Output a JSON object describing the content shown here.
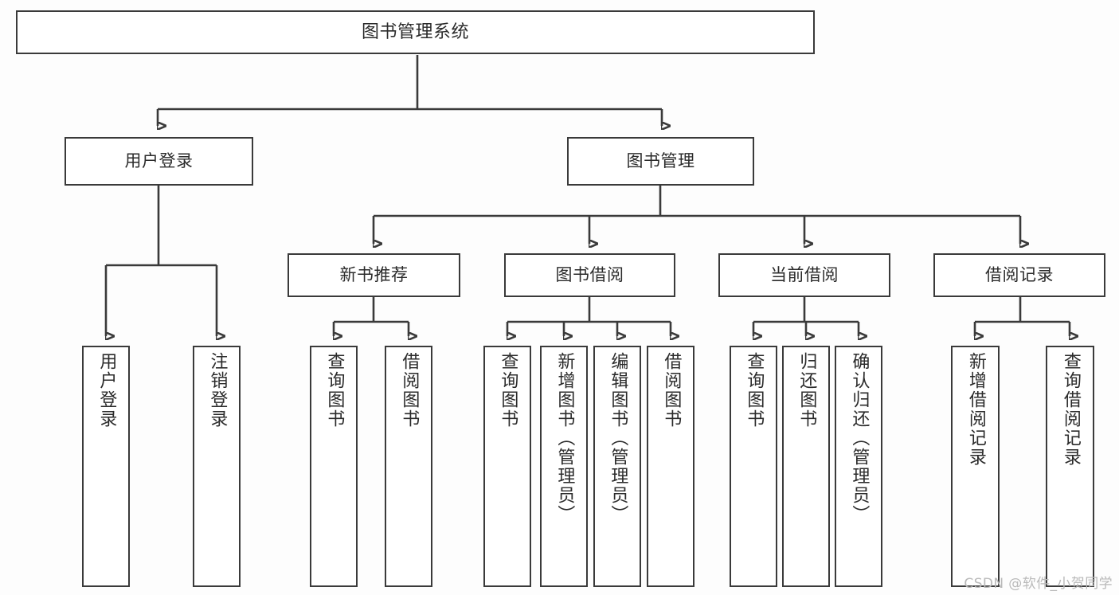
{
  "diagram": {
    "title": "图书管理系统",
    "type": "功能结构图",
    "colors": {
      "stroke": "#3a3a3a",
      "box_fill": "#ffffff",
      "text": "#2b2b2b",
      "background": "#fdfdfd",
      "watermark": "#b9b9b9"
    },
    "root": {
      "id": "root",
      "label": "图书管理系统"
    },
    "level2": [
      {
        "id": "user-login",
        "label": "用户登录"
      },
      {
        "id": "book-manage",
        "label": "图书管理"
      }
    ],
    "level3": [
      {
        "id": "new-book-recommend",
        "label": "新书推荐",
        "parent": "book-manage"
      },
      {
        "id": "book-borrow",
        "label": "图书借阅",
        "parent": "book-manage"
      },
      {
        "id": "current-borrow",
        "label": "当前借阅",
        "parent": "book-manage"
      },
      {
        "id": "borrow-record",
        "label": "借阅记录",
        "parent": "book-manage"
      }
    ],
    "leaves": [
      {
        "id": "leaf-user-login",
        "label": "用户登录",
        "parent": "user-login"
      },
      {
        "id": "leaf-user-logout",
        "label": "注销登录",
        "parent": "user-login"
      },
      {
        "id": "leaf-query-book-1",
        "label": "查询图书",
        "parent": "new-book-recommend"
      },
      {
        "id": "leaf-borrow-book-1",
        "label": "借阅图书",
        "parent": "new-book-recommend"
      },
      {
        "id": "leaf-query-book-2",
        "label": "查询图书",
        "parent": "book-borrow"
      },
      {
        "id": "leaf-add-book",
        "label": "新增图书（管理员）",
        "parent": "book-borrow"
      },
      {
        "id": "leaf-edit-book",
        "label": "编辑图书（管理员）",
        "parent": "book-borrow"
      },
      {
        "id": "leaf-borrow-book-2",
        "label": "借阅图书",
        "parent": "book-borrow"
      },
      {
        "id": "leaf-query-book-3",
        "label": "查询图书",
        "parent": "current-borrow"
      },
      {
        "id": "leaf-return-book",
        "label": "归还图书",
        "parent": "current-borrow"
      },
      {
        "id": "leaf-confirm-return",
        "label": "确认归还（管理员）",
        "parent": "current-borrow"
      },
      {
        "id": "leaf-add-record",
        "label": "新增借阅记录",
        "parent": "borrow-record"
      },
      {
        "id": "leaf-query-record",
        "label": "查询借阅记录",
        "parent": "borrow-record"
      }
    ]
  },
  "watermark": {
    "text": "CSDN @软件_小贺同学"
  }
}
